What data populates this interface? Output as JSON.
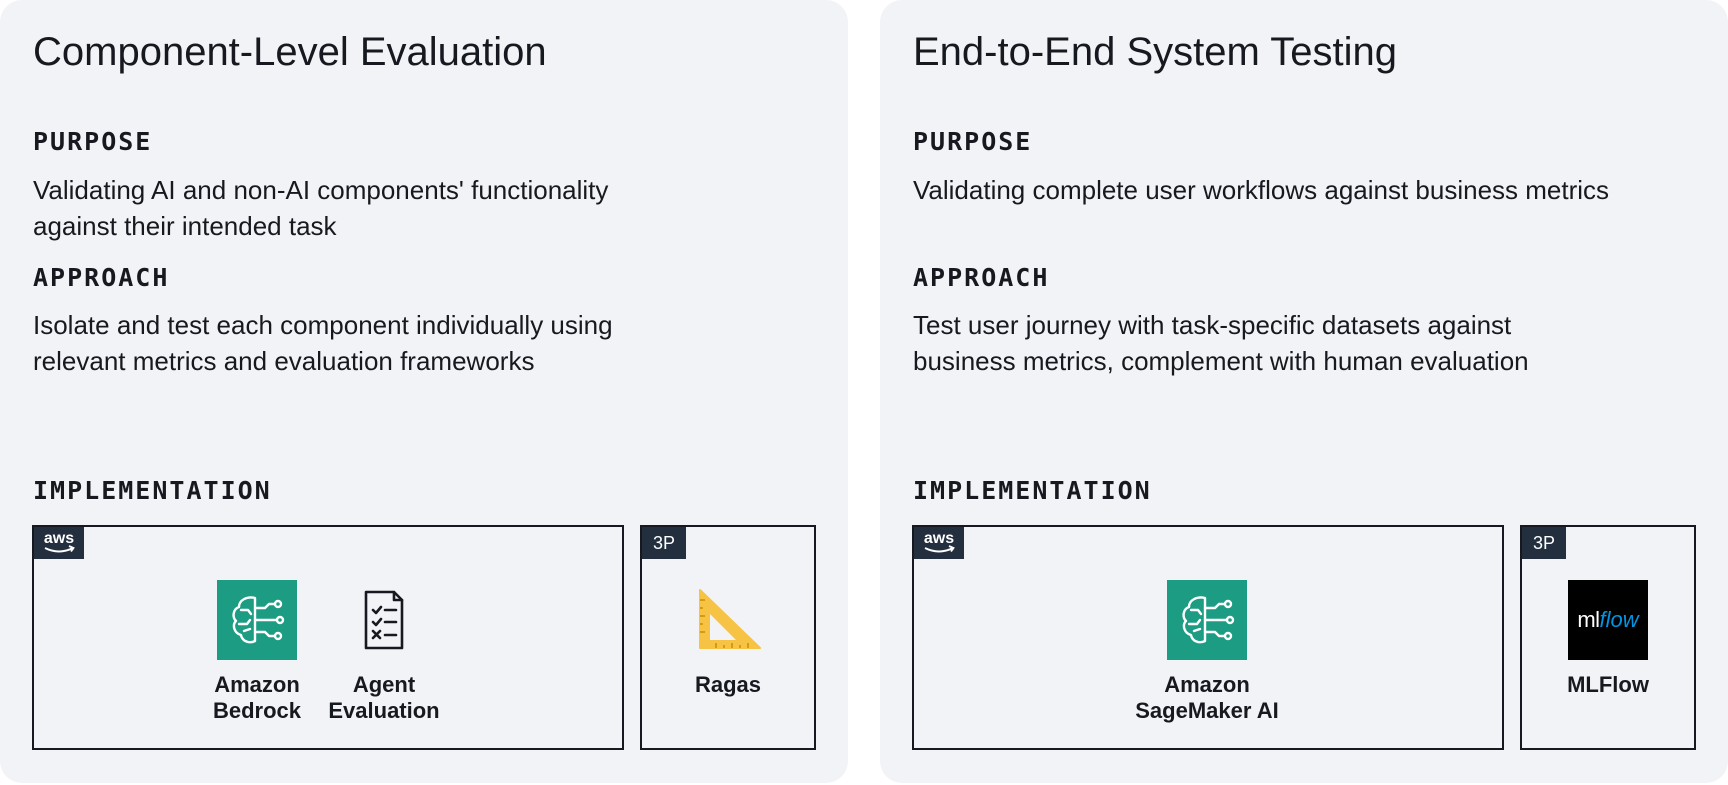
{
  "left": {
    "title": "Component-Level Evaluation",
    "purpose_label": "PURPOSE",
    "purpose_text_1": "Validating AI and non-AI components' functionality",
    "purpose_text_2": "against their intended task",
    "approach_label": "APPROACH",
    "approach_text_1": "Isolate and test each component individually using",
    "approach_text_2": "relevant metrics and evaluation frameworks",
    "implementation_label": "IMPLEMENTATION",
    "aws_box": {
      "tag": "aws",
      "services": [
        {
          "name_1": "Amazon",
          "name_2": "Bedrock",
          "icon": "brain-circuit-icon"
        },
        {
          "name_1": "Agent",
          "name_2": "Evaluation",
          "icon": "checklist-icon"
        }
      ]
    },
    "tp_box": {
      "tag": "3P",
      "service": {
        "name": "Ragas",
        "icon": "set-square-icon"
      }
    }
  },
  "right": {
    "title": "End-to-End System Testing",
    "purpose_label": "PURPOSE",
    "purpose_text_1": "Validating complete user workflows against business metrics",
    "approach_label": "APPROACH",
    "approach_text_1": "Test user journey with task-specific datasets against",
    "approach_text_2": "business metrics, complement with human evaluation",
    "implementation_label": "IMPLEMENTATION",
    "aws_box": {
      "tag": "aws",
      "service": {
        "name_1": "Amazon",
        "name_2": "SageMaker AI",
        "icon": "brain-circuit-icon"
      }
    },
    "tp_box": {
      "tag": "3P",
      "service": {
        "name": "MLFlow",
        "icon": "mlflow-logo-icon",
        "logo_ml": "ml",
        "logo_flow": "flow"
      }
    }
  },
  "colors": {
    "panel_bg": "#f2f3f6",
    "tag_bg": "#232f3e",
    "aws_service_green": "#1c9c83",
    "ragas_yellow": "#f6c344",
    "mlflow_blue": "#0194e2",
    "text": "#16191f"
  }
}
